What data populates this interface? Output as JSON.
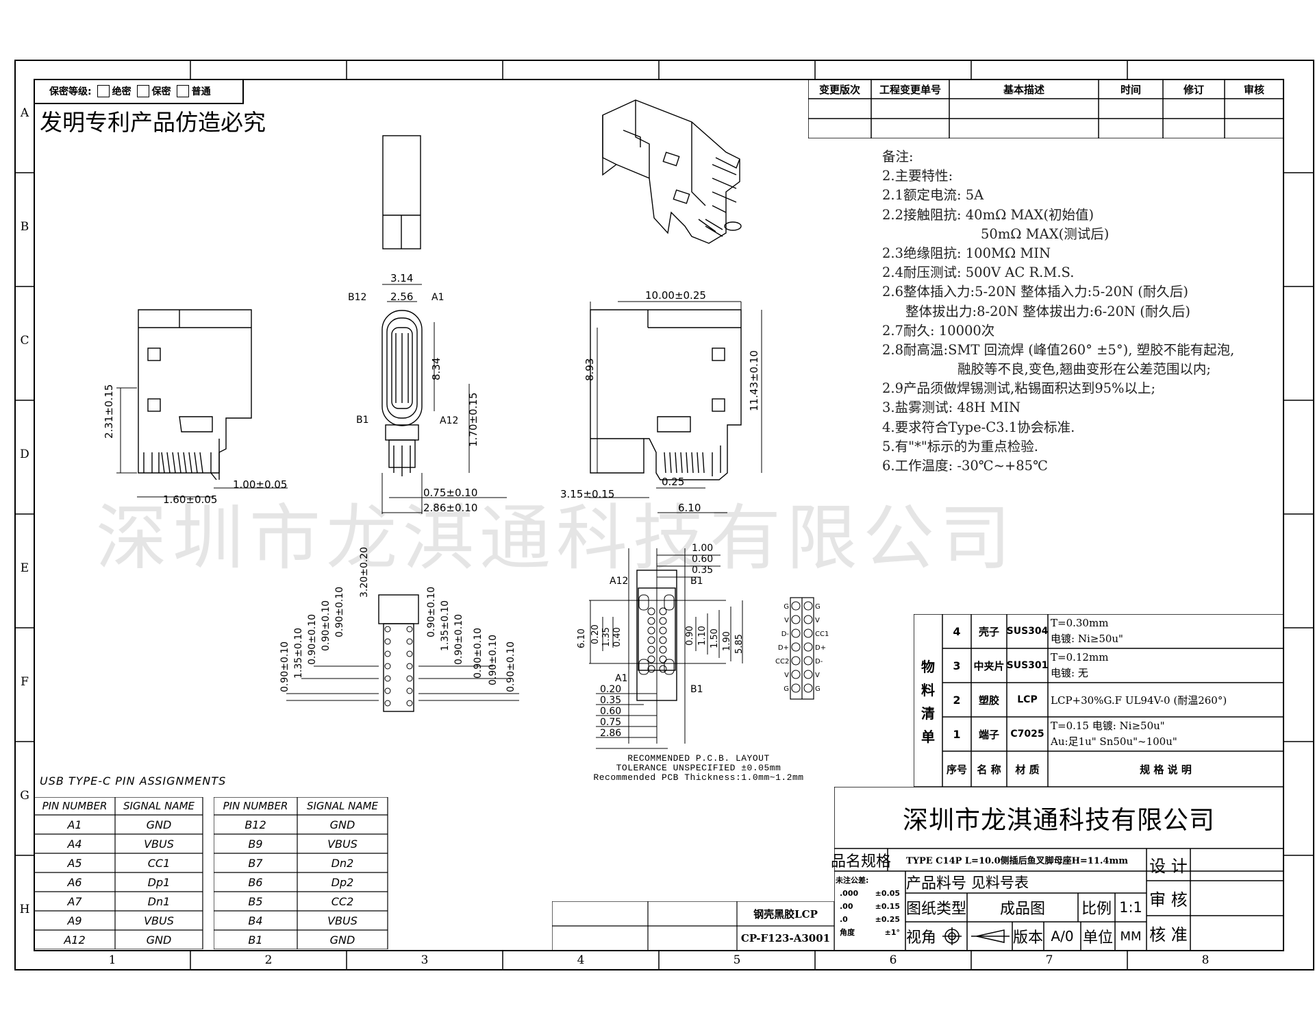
{
  "security": {
    "label": "保密等级:",
    "options": [
      "绝密",
      "保密",
      "普通"
    ]
  },
  "patent_notice": "发明专利产品仿造必究",
  "zone_rows": [
    "A",
    "B",
    "C",
    "D",
    "E",
    "F",
    "G",
    "H"
  ],
  "zone_cols": [
    "1",
    "2",
    "3",
    "4",
    "5",
    "6",
    "7",
    "8"
  ],
  "revision_table": {
    "headers": [
      "变更版次",
      "工程变更单号",
      "基本描述",
      "时间",
      "修订",
      "审核"
    ]
  },
  "notes": {
    "title": "备注:",
    "lines": [
      "2.主要特性:",
      "2.1额定电流: 5A",
      "2.2接触阻抗: 40mΩ MAX(初始值)",
      "50mΩ MAX(测试后)",
      "2.3绝缘阻抗: 100MΩ MIN",
      "2.4耐压测试: 500V AC R.M.S.",
      "2.6整体插入力:5-20N   整体插入力:5-20N (耐久后)",
      "整体拔出力:8-20N   整体拔出力:6-20N (耐久后)",
      "2.7耐久: 10000次",
      "2.8耐高温:SMT 回流焊 (峰值260° ±5°), 塑胶不能有起泡,",
      "融胶等不良,变色,翘曲变形在公差范围以内;",
      "2.9产品须做焊锡测试,粘锡面积达到95%以上;",
      "3.盐雾测试: 48H MIN",
      "4.要求符合Type-C3.1协会标准.",
      "5.有\"*\"标示的为重点检验.",
      "6.工作温度: -30℃~+85℃"
    ]
  },
  "watermark": "深圳市龙淇通科技有限公司",
  "dimensions": {
    "left_view": [
      "2.31±0.15",
      "1.60±0.05",
      "1.00±0.05"
    ],
    "front_view": [
      "3.14",
      "2.56",
      "B12",
      "A1",
      "8.34",
      "B1",
      "A12",
      "1.70±0.15",
      "0.75±0.10",
      "2.86±0.10"
    ],
    "right_view": [
      "10.00±0.25",
      "8.93",
      "11.43±0.10",
      "3.15±0.15",
      "0.25",
      "6.10"
    ],
    "pin_pitch": [
      "0.90±0.10",
      "1.35±0.10",
      "0.90±0.10",
      "0.90±0.10",
      "0.90±0.10",
      "3.20±0.20",
      "0.90±0.10",
      "1.35±0.10",
      "0.90±0.10",
      "0.90±0.10",
      "0.90±0.10",
      "0.90±0.10"
    ],
    "pcb_top": [
      "1.00",
      "0.60",
      "0.35",
      "A12",
      "B1"
    ],
    "pcb_left": [
      "6.10",
      "0.20",
      "1.35",
      "0.40"
    ],
    "pcb_right": [
      "0.90",
      "1.10",
      "1.50",
      "1.90",
      "5.85"
    ],
    "pcb_bottom": [
      "A1",
      "B1",
      "0.20",
      "0.35",
      "0.60",
      "0.75",
      "2.86"
    ]
  },
  "pcb_caption": [
    "RECOMMENDED   P.C.B. LAYOUT",
    "TOLERANCE  UNSPECIFIED  ±0.05mm",
    "Recommended  PCB  Thickness:1.0mm~1.2mm"
  ],
  "pin_legend": {
    "left": [
      "G",
      "V",
      "D-",
      "D+",
      "CC2",
      "V",
      "G"
    ],
    "right": [
      "G",
      "V",
      "CC1",
      "D+",
      "D-",
      "V",
      "G"
    ]
  },
  "pin_assignments": {
    "title": "USB  TYPE-C  PIN  ASSIGNMENTS",
    "headers": [
      "PIN  NUMBER",
      "SIGNAL  NAME"
    ],
    "table_a": [
      [
        "A1",
        "GND"
      ],
      [
        "A4",
        "VBUS"
      ],
      [
        "A5",
        "CC1"
      ],
      [
        "A6",
        "Dp1"
      ],
      [
        "A7",
        "Dn1"
      ],
      [
        "A9",
        "VBUS"
      ],
      [
        "A12",
        "GND"
      ]
    ],
    "table_b": [
      [
        "B12",
        "GND"
      ],
      [
        "B9",
        "VBUS"
      ],
      [
        "B7",
        "Dn2"
      ],
      [
        "B6",
        "Dp2"
      ],
      [
        "B5",
        "CC2"
      ],
      [
        "B4",
        "VBUS"
      ],
      [
        "B1",
        "GND"
      ]
    ]
  },
  "materials": {
    "side_label": [
      "物",
      "料",
      "清",
      "单"
    ],
    "rows": [
      {
        "no": "4",
        "name": "壳子",
        "material": "SUS304",
        "spec1": "T=0.30mm",
        "spec2": "电镀: Ni≥50u\""
      },
      {
        "no": "3",
        "name": "中夹片",
        "material": "SUS301",
        "spec1": "T=0.12mm",
        "spec2": "电镀: 无"
      },
      {
        "no": "2",
        "name": "塑胶",
        "material": "LCP",
        "spec1": "LCP+30%G.F UL94V-0 (耐温260°)",
        "spec2": ""
      },
      {
        "no": "1",
        "name": "端子",
        "material": "C7025",
        "spec1": "T=0.15   电镀: Ni≥50u\"",
        "spec2": "Au:足1u\"  Sn50u\"~100u\""
      }
    ],
    "headers": [
      "序号",
      "名 称",
      "材 质",
      "规 格 说 明"
    ]
  },
  "title_block": {
    "company": "深圳市龙淇通科技有限公司",
    "spec_label": "品名规格",
    "spec_value": "TYPE C14P L=10.0侧插后鱼叉脚母座H=11.4mm",
    "part_label": "产品料号",
    "part_value": "见料号表",
    "drawing_type_label": "图纸类型",
    "drawing_type_value": "成品图",
    "scale_label": "比例",
    "scale_value": "1:1",
    "view_label": "视角",
    "version_label": "版本",
    "version_value": "A/0",
    "unit_label": "单位",
    "unit_value": "MM",
    "design": "设 计",
    "review": "审 核",
    "approve": "核 准",
    "tolerance_title": "未注公差:",
    "tolerances": [
      [
        ".000",
        "±0.05"
      ],
      [
        ".00",
        "±0.15"
      ],
      [
        ".0",
        "±0.25"
      ],
      [
        "角度",
        "±1°"
      ]
    ],
    "material_desc": "钢壳黑胶LCP",
    "drawing_no": "CP-F123-A3001"
  }
}
